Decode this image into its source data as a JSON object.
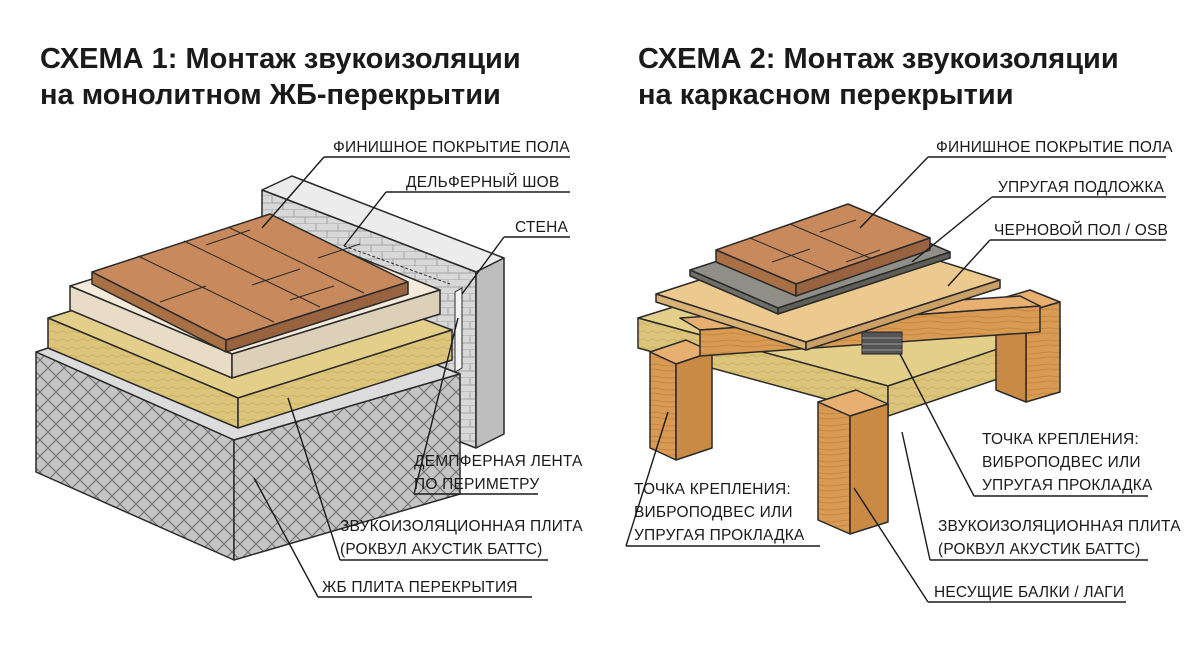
{
  "scheme1": {
    "title_line1": "СХЕМА 1: Монтаж звукоизоляции",
    "title_line2": "на монолитном ЖБ-перекрытии",
    "labels": {
      "finish": "ФИНИШНОЕ ПОКРЫТИЕ ПОЛА",
      "delfer": "ДЕЛЬФЕРНЫЙ ШОВ",
      "wall": "СТЕНА",
      "tape_line1": "ДЕМПФЕРНАЯ ЛЕНТА",
      "tape_line2": "ПО ПЕРИМЕТРУ",
      "plate_line1": "ЗВУКОИЗОЛЯЦИОННАЯ ПЛИТА",
      "plate_line2": "(РОКВУЛ АКУСТИК БАТТС)",
      "slab": "ЖБ ПЛИТА ПЕРЕКРЫТИЯ"
    }
  },
  "scheme2": {
    "title_line1": "СХЕМА 2: Монтаж звукоизоляции",
    "title_line2": "на каркасном перекрытии",
    "labels": {
      "finish": "ФИНИШНОЕ ПОКРЫТИЕ ПОЛА",
      "underlay": "УПРУГАЯ ПОДЛОЖКА",
      "rough": "ЧЕРНОВОЙ ПОЛ / OSB",
      "point_r_line1": "ТОЧКА КРЕПЛЕНИЯ:",
      "point_r_line2": "ВИБРОПОДВЕС ИЛИ",
      "point_r_line3": "УПРУГАЯ ПРОКЛАДКА",
      "point_l_line1": "ТОЧКА КРЕПЛЕНИЯ:",
      "point_l_line2": "ВИБРОПОДВЕС ИЛИ",
      "point_l_line3": "УПРУГАЯ ПРОКЛАДКА",
      "plate_line1": "ЗВУКОИЗОЛЯЦИОННАЯ ПЛИТА",
      "plate_line2": "(РОКВУЛ АКУСТИК БАТТС)",
      "beams": "НЕСУЩИЕ БАЛКИ / ЛАГИ"
    }
  },
  "colors": {
    "wood_floor": "#c88a5c",
    "screed": "#efe3cf",
    "wool": "#dcc57a",
    "concrete": "#c9c9c9",
    "osb": "#ecc98f",
    "underlay": "#8f8f88",
    "beam": "#d99a52"
  }
}
